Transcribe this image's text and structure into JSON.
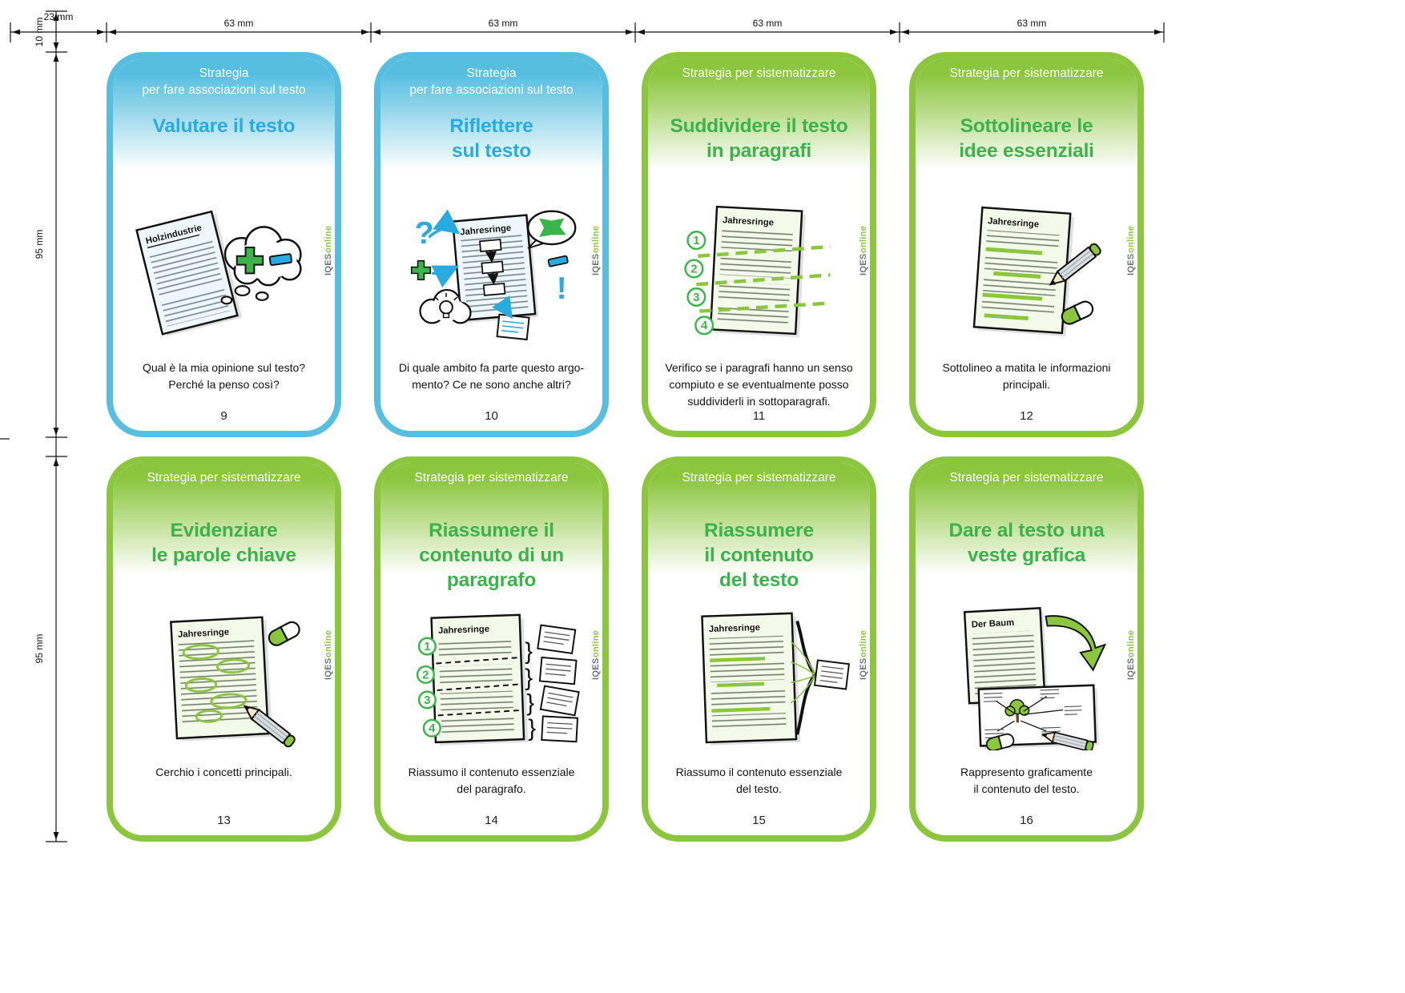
{
  "rulers": {
    "top_labels": [
      "23 mm",
      "63 mm",
      "63 mm",
      "63 mm",
      "63 mm"
    ],
    "left_labels": [
      "10 mm",
      "95 mm",
      "95 mm"
    ]
  },
  "brand": {
    "name": "IQES",
    "suffix": "online"
  },
  "colors": {
    "blue_border": "#57BEDF",
    "blue_title": "#29ABE2",
    "green_border": "#8CC63F",
    "green_title": "#3CB24A"
  },
  "cards": [
    {
      "number": "9",
      "theme": "blue",
      "header": "Strategia\nper fare associazioni sul testo",
      "title": "Valutare il testo",
      "description": "Qual è la mia opinione sul testo?\nPerché la penso così?",
      "illustration": {
        "doc_title": "Holzindustrie",
        "symbols": [
          "thought-cloud-icon",
          "plus-icon",
          "minus-icon"
        ]
      }
    },
    {
      "number": "10",
      "theme": "blue",
      "header": "Strategia\nper fare associazioni sul testo",
      "title": "Riflettere\nsul testo",
      "description": "Di quale ambito fa parte questo argo-\nmento? Ce ne sono anche altri?",
      "illustration": {
        "doc_title": "Jahresringe",
        "question_mark": "?",
        "exclamation_mark": "!",
        "symbols": [
          "flowchart",
          "plus-icon",
          "minus-icon",
          "lightbulb-icon",
          "association-arrows",
          "note-sheet"
        ]
      }
    },
    {
      "number": "11",
      "theme": "green",
      "header": "Strategia per sistematizzare",
      "title": "Suddividere il testo\nin paragrafi",
      "description": "Verifico se i paragrafi hanno un senso\ncompiuto e se eventualmente posso\nsuddividerli in sottoparagrafi.",
      "illustration": {
        "doc_title": "Jahresringe",
        "markers": [
          "1",
          "2",
          "3",
          "4"
        ],
        "symbols": [
          "dashed-divider-lines"
        ]
      }
    },
    {
      "number": "12",
      "theme": "green",
      "header": "Strategia per sistematizzare",
      "title": "Sottolineare le\nidee essenziali",
      "description": "Sottolineo a matita le informazioni\nprincipali.",
      "illustration": {
        "doc_title": "Jahresringe",
        "symbols": [
          "underlines",
          "pencil-icon",
          "eraser-icon"
        ]
      }
    },
    {
      "number": "13",
      "theme": "green",
      "header": "Strategia per sistematizzare",
      "title": "Evidenziare\nle parole chiave",
      "description": "Cerchio i concetti principali.",
      "illustration": {
        "doc_title": "Jahresringe",
        "symbols": [
          "circled-keywords",
          "pencil-icon",
          "eraser-icon"
        ]
      }
    },
    {
      "number": "14",
      "theme": "green",
      "header": "Strategia per sistematizzare",
      "title": "Riassumere il\ncontenuto di un\nparagrafo",
      "description": "Riassumo il contenuto essenziale\ndel paragrafo.",
      "illustration": {
        "doc_title": "Jahresringe",
        "markers": [
          "1",
          "2",
          "3",
          "4"
        ],
        "brace_glyph": "}",
        "symbols": [
          "summary-cards"
        ]
      }
    },
    {
      "number": "15",
      "theme": "green",
      "header": "Strategia per sistematizzare",
      "title": "Riassumere\nil contenuto\ndel testo",
      "description": "Riassumo il contenuto essenziale\ndel testo.",
      "illustration": {
        "doc_title": "Jahresringe",
        "symbols": [
          "brace",
          "summary-note"
        ]
      }
    },
    {
      "number": "16",
      "theme": "green",
      "header": "Strategia per sistematizzare",
      "title": "Dare al testo una\nveste grafica",
      "description": "Rappresento graficamente\nil contenuto del testo.",
      "illustration": {
        "doc_title": "Der Baum",
        "symbols": [
          "green-arrow-icon",
          "mind-map",
          "pencil-icon",
          "eraser-icon"
        ]
      }
    }
  ]
}
